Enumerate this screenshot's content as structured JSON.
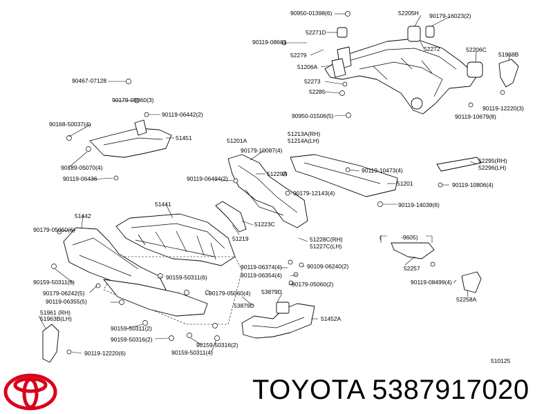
{
  "brand": "TOYOTA",
  "part_number": "5387917020",
  "logo_icon": "toyota-logo",
  "logo_color": "#d9001b",
  "diagram_code": "510125",
  "date_range": "-9605)",
  "labels": [
    "90950-01398(6)",
    "52205H",
    "90179-16023(2)",
    "52271D",
    "90119-08661",
    "52272",
    "52279",
    "52206C",
    "51968B",
    "51206A",
    "52273",
    "52285",
    "90119-12220(3)",
    "90950-01506(5)",
    "90119-10679(8)",
    "90467-07128",
    "90179-05060(3)",
    "90119-06442(2)",
    "90168-50037(4)",
    "51451",
    "90189-05070(4)",
    "90119-06436",
    "51201A",
    "51213A(RH)",
    "51214A(LH)",
    "90179-10087(4)",
    "90119-10473(4)",
    "52295(RH)",
    "52296(LH)",
    "51229A",
    "90119-06494(2)",
    "51201",
    "90119-10806(4)",
    "90179-12143(4)",
    "90119-14038(6)",
    "51441",
    "51442",
    "51223C",
    "90179-05060(6)",
    "51219",
    "51228C(RH)",
    "51227C(LH)",
    "90119-06374(4)",
    "90109-06240(2)",
    "90119-06354(4)",
    "52257",
    "90159-50311(6)",
    "90159-50311(6)",
    "90179-05060(4)",
    "53879D",
    "90179-05060(2)",
    "90119-08499(4)",
    "90179-06242(5)",
    "53879D",
    "90119-06355(5)",
    "52258A",
    "51961 (RH)",
    "51963B(LH)",
    "51452A",
    "90159-50311(2)",
    "90159-50316(2)",
    "90159-50316(2)",
    "90119-12220(6)",
    "90159-50311(4)"
  ]
}
